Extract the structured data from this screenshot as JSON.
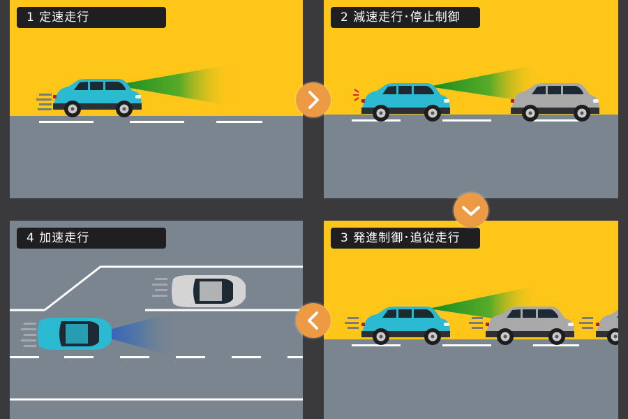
{
  "panels": {
    "p1": {
      "label": "1 定速走行"
    },
    "p2": {
      "label": "2 減速走行･停止制御"
    },
    "p3": {
      "label": "3 発進制御･追従走行"
    },
    "p4": {
      "label": "4 加速走行"
    }
  },
  "arrows": {
    "p1_to_p2": "chevron-right-icon",
    "p2_to_p3": "chevron-down-icon",
    "p3_to_p4": "chevron-left-icon"
  },
  "colors": {
    "sky": "#ffc61a",
    "road": "#7a8590",
    "own_car": "#2bbad1",
    "other_car": "#a9a9a9",
    "radar_beam": "#1a8f1a",
    "arrow": "#ec9a44",
    "label_bg": "#1f1f21",
    "divider": "#3a3a3c"
  }
}
